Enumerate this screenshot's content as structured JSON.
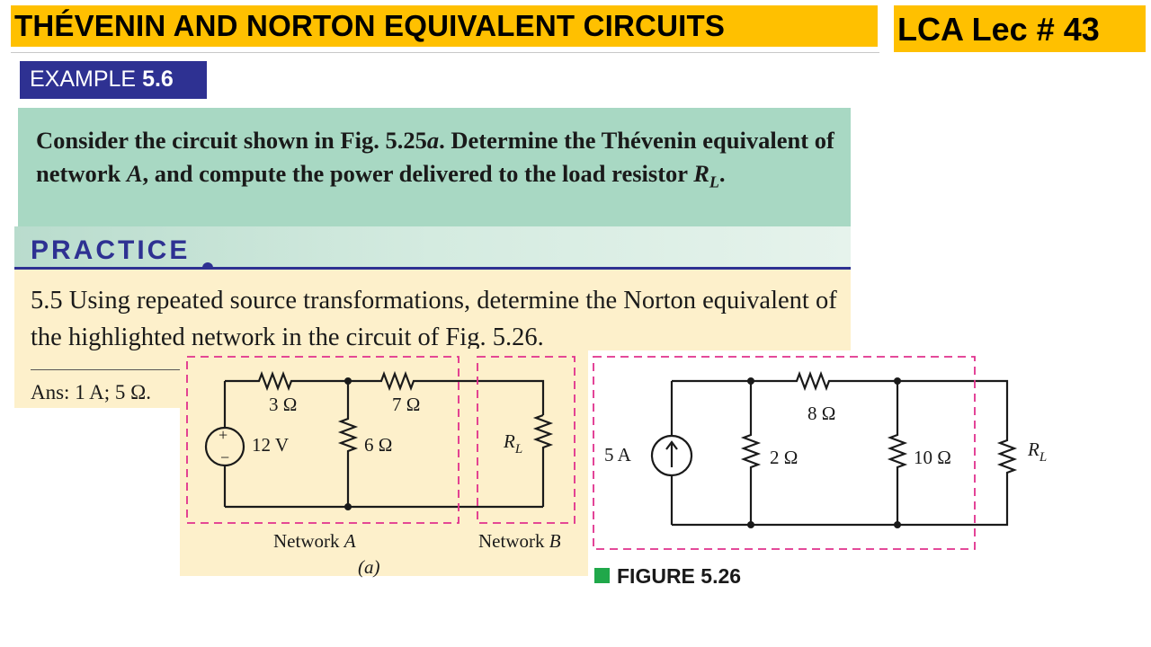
{
  "header": {
    "title": "THÉVENIN AND NORTON EQUIVALENT CIRCUITS",
    "lecture": "LCA Lec # 43"
  },
  "example": {
    "label_word": "EXAMPLE",
    "label_number": "5.6",
    "text": "Consider the circuit shown in Fig. 5.25a. Determine the Thévenin equivalent of network A, and compute the power delivered to the load resistor RL."
  },
  "practice": {
    "heading": "PRACTICE",
    "number": "5.5",
    "text": "Using repeated source transformations, determine the Norton equivalent of the highlighted network in the circuit of Fig. 5.26.",
    "answer": "Ans: 1 A; 5 Ω."
  },
  "figure_525a": {
    "source": "12 V",
    "r1": "3 Ω",
    "r2": "7 Ω",
    "r3": "6 Ω",
    "load": "R",
    "load_sub": "L",
    "network_a": "Network",
    "network_a_letter": "A",
    "network_b": "Network",
    "network_b_letter": "B",
    "sublabel": "(a)"
  },
  "figure_526": {
    "source": "5 A",
    "r1": "2 Ω",
    "r2": "8 Ω",
    "r3": "10 Ω",
    "load": "R",
    "load_sub": "L",
    "caption": "FIGURE 5.26",
    "caption_color": "#20a84a"
  },
  "colors": {
    "banner": "#ffc000",
    "example_badge": "#2e3192",
    "example_box": "#a8d8c3",
    "practice_box": "#fdf0cb",
    "dashed_box": "#e0308c"
  }
}
